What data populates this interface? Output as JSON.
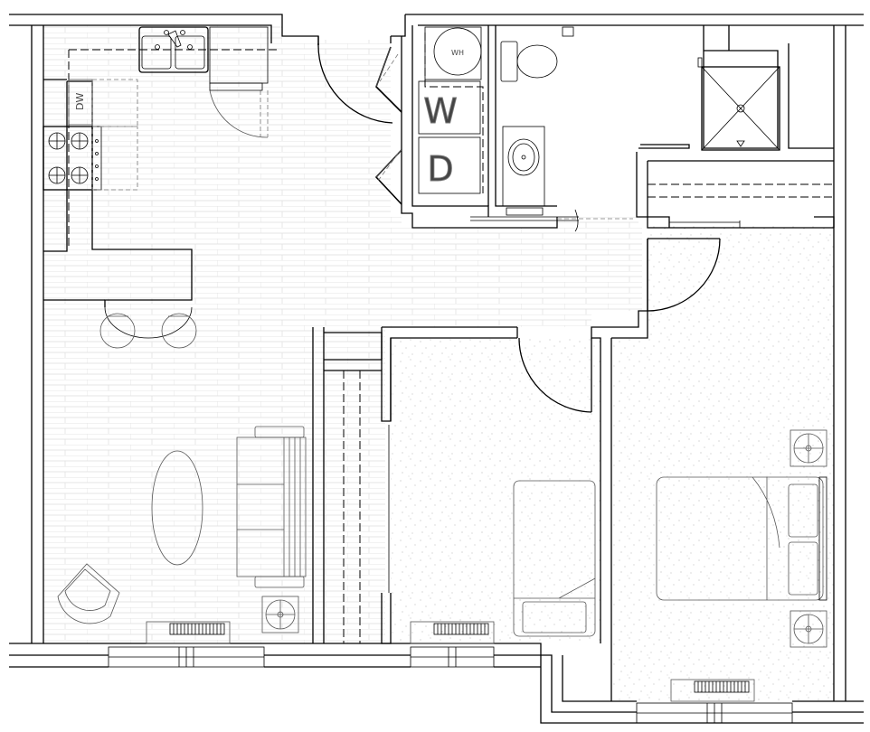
{
  "plan": {
    "labels": {
      "dishwasher": "DW",
      "water_heater": "WH",
      "washer": "W",
      "dryer": "D"
    },
    "colors": {
      "lines": "#000000",
      "fixtures": "#555555",
      "floor_pattern": "#dddddd",
      "carpet_speckle": "#9a9a9a",
      "background": "#ffffff"
    }
  }
}
